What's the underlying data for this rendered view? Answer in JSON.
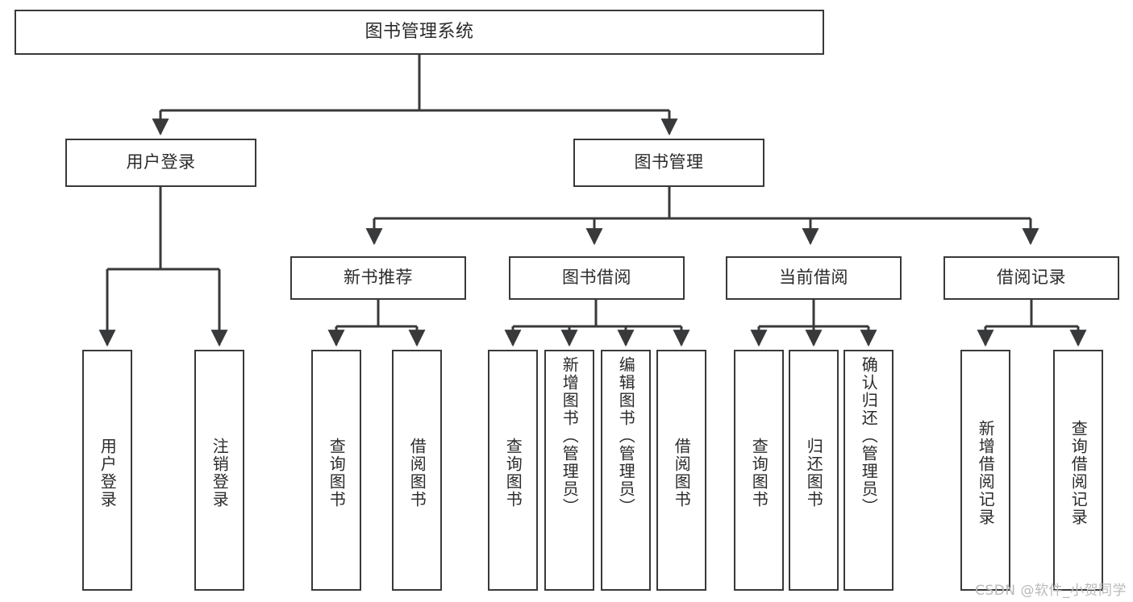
{
  "diagram": {
    "type": "tree-hierarchy",
    "title": "图书管理系统",
    "root": {
      "id": "root",
      "label": "图书管理系统"
    },
    "level2": [
      {
        "id": "user-login",
        "label": "用户登录"
      },
      {
        "id": "book-manage",
        "label": "图书管理"
      }
    ],
    "level3": [
      {
        "id": "new-book-rec",
        "label": "新书推荐",
        "parent": "book-manage"
      },
      {
        "id": "book-borrow",
        "label": "图书借阅",
        "parent": "book-manage"
      },
      {
        "id": "current-borrow",
        "label": "当前借阅",
        "parent": "book-manage"
      },
      {
        "id": "borrow-record",
        "label": "借阅记录",
        "parent": "book-manage"
      }
    ],
    "leaves": [
      {
        "id": "leaf-user-login",
        "label": "用户登录",
        "parent": "user-login"
      },
      {
        "id": "leaf-logout",
        "label": "注销登录",
        "parent": "user-login"
      },
      {
        "id": "leaf-query-book-1",
        "label": "查询图书",
        "parent": "new-book-rec"
      },
      {
        "id": "leaf-borrow-book-1",
        "label": "借阅图书",
        "parent": "new-book-rec"
      },
      {
        "id": "leaf-query-book-2",
        "label": "查询图书",
        "parent": "book-borrow"
      },
      {
        "id": "leaf-add-book",
        "label": "新增图书（管理员）",
        "parent": "book-borrow"
      },
      {
        "id": "leaf-edit-book",
        "label": "编辑图书（管理员）",
        "parent": "book-borrow"
      },
      {
        "id": "leaf-borrow-book-2",
        "label": "借阅图书",
        "parent": "book-borrow"
      },
      {
        "id": "leaf-query-book-3",
        "label": "查询图书",
        "parent": "current-borrow"
      },
      {
        "id": "leaf-return-book",
        "label": "归还图书",
        "parent": "current-borrow"
      },
      {
        "id": "leaf-confirm-return",
        "label": "确认归还（管理员）",
        "parent": "current-borrow"
      },
      {
        "id": "leaf-add-record",
        "label": "新增借阅记录",
        "parent": "borrow-record"
      },
      {
        "id": "leaf-query-record",
        "label": "查询借阅记录",
        "parent": "borrow-record"
      }
    ],
    "colors": {
      "stroke": "#38393b",
      "text": "#2b2b2b",
      "background": "#ffffff",
      "watermark": "#b9b9b9"
    }
  },
  "watermark": {
    "text": "CSDN @软件_小贺同学"
  }
}
